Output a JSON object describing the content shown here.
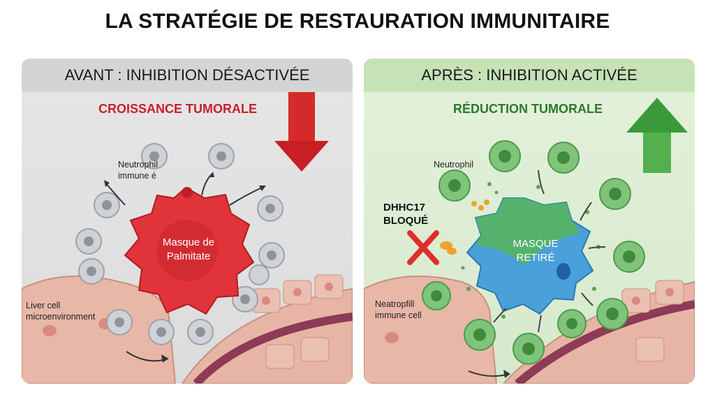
{
  "title": "LA STRATÉGIE DE RESTAURATION IMMUNITAIRE",
  "left": {
    "header": "AVANT : INHIBITION DÉSACTIVÉE",
    "status": "CROISSANCE TUMORALE",
    "neutrophil_label_1": "Neutrophil",
    "neutrophil_label_2": "immune é",
    "core_label_1": "Masque de",
    "core_label_2": "Palmitate",
    "liver_label_1": "Liver cell",
    "liver_label_2": "microenvironment",
    "arrow_color": "#d42a2a"
  },
  "right": {
    "header": "APRÈS : INHIBITION ACTIVÉE",
    "status": "RÉDUCTION TUMORALE",
    "neutrophil_label": "Neutrophil",
    "dhhc_label_1": "DHHC17",
    "dhhc_label_2": "BLOQUÉ",
    "core_label_1": "MASQUE",
    "core_label_2": "RETIRÉ",
    "neatrophil_label_1": "Neatropfill",
    "neatrophil_label_2": "immune cell",
    "arrow_color": "#3a9a3a"
  }
}
